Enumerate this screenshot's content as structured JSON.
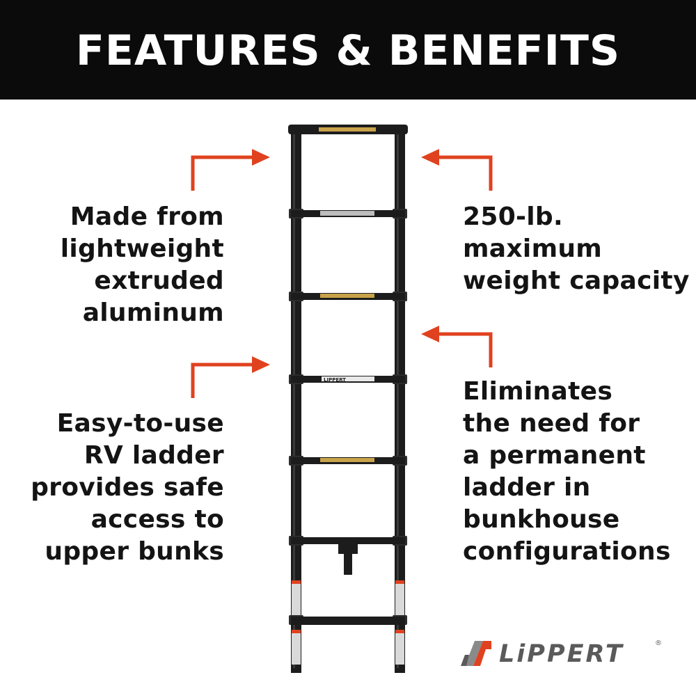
{
  "header": {
    "title": "FEATURES & BENEFITS"
  },
  "features": {
    "lightweight": [
      "Made from",
      "lightweight",
      "extruded",
      "aluminum"
    ],
    "capacity": [
      "250-lb.",
      "maximum",
      "weight capacity"
    ],
    "easy_to_use": [
      "Easy-to-use",
      "RV ladder",
      "provides safe",
      "access to",
      "upper bunks"
    ],
    "eliminates": [
      "Eliminates",
      "the need for",
      "a permanent",
      "ladder in",
      "bunkhouse",
      "configurations"
    ]
  },
  "ladder": {
    "rung_labels": [
      "LIPPERT"
    ]
  },
  "logo": {
    "text": "LiPPERT",
    "registered": "®"
  },
  "colors": {
    "header_bg": "#0b0b0b",
    "arrow": "#e0421f",
    "text": "#141414",
    "ladder": "#1c1c1c",
    "logo_gray": "#5a5a5a",
    "logo_orange": "#e0421f"
  },
  "icons": {
    "callout_arrows": "arrow-icon",
    "logo_mark": "lippert-logo-icon"
  }
}
